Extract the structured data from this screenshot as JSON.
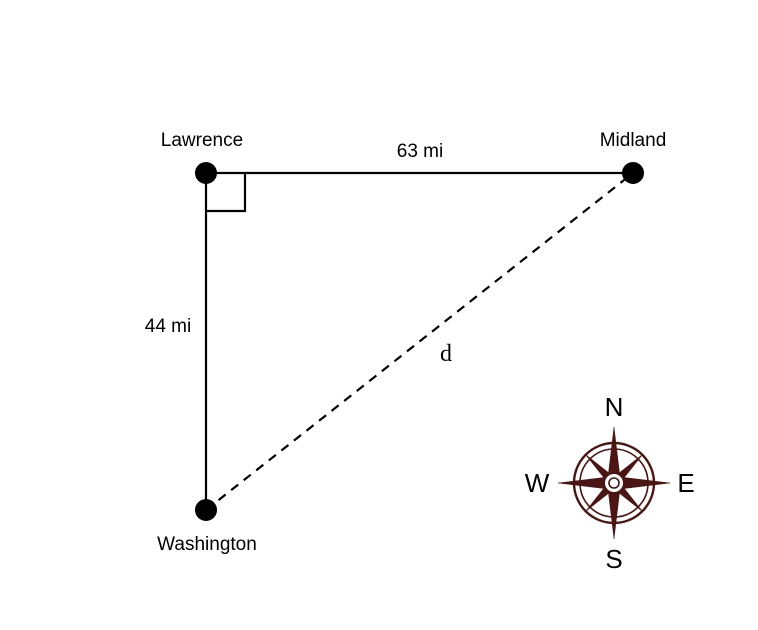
{
  "cities": {
    "lawrence": "Lawrence",
    "midland": "Midland",
    "washington": "Washington"
  },
  "distances": {
    "lawrence_midland": "63 mi",
    "lawrence_washington": "44 mi",
    "unknown": "d"
  },
  "compass": {
    "north": "N",
    "south": "S",
    "east": "E",
    "west": "W",
    "color": "#4a1512"
  },
  "colors": {
    "lines": "#000000",
    "points": "#000000"
  }
}
